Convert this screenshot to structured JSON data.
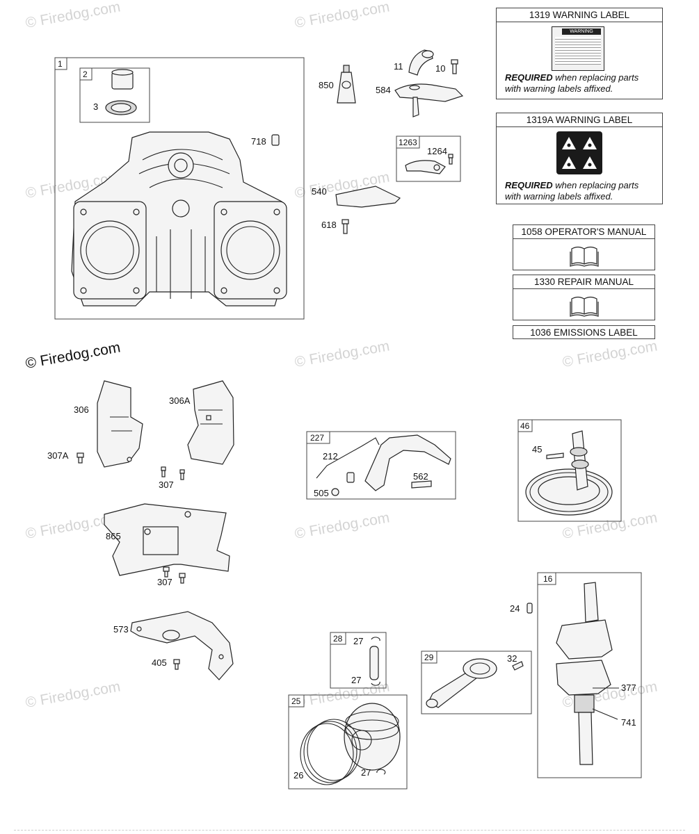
{
  "watermark": "© Firedog.com",
  "cards": {
    "warning_label": {
      "title": "1319 WARNING LABEL",
      "sticker_heading": "WARNING",
      "note_bold": "REQUIRED",
      "note_rest": " when replacing parts",
      "note_line2": "with warning labels affixed."
    },
    "warning_label_a": {
      "title": "1319A WARNING LABEL",
      "note_bold": "REQUIRED",
      "note_rest": " when replacing parts",
      "note_line2": "with warning labels affixed."
    },
    "operators_manual": {
      "title": "1058 OPERATOR'S MANUAL"
    },
    "repair_manual": {
      "title": "1330 REPAIR MANUAL"
    },
    "emissions_label": {
      "title": "1036 EMISSIONS LABEL"
    }
  },
  "group_boxes": {
    "g1": "1",
    "g2": "2",
    "g1263": "1263",
    "g227": "227",
    "g46": "46",
    "g16": "16",
    "g28": "28",
    "g29": "29",
    "g25": "25"
  },
  "part_labels": {
    "p3": "3",
    "p718": "718",
    "p850": "850",
    "p11": "11",
    "p10": "10",
    "p584": "584",
    "p1264": "1264",
    "p540": "540",
    "p618": "618",
    "p306": "306",
    "p306a": "306A",
    "p307a": "307A",
    "p307": "307",
    "p865": "865",
    "p307b": "307",
    "p573": "573",
    "p405": "405",
    "p212": "212",
    "p505": "505",
    "p562": "562",
    "p45": "45",
    "p24": "24",
    "p27a": "27",
    "p27b": "27",
    "p32": "32",
    "p377": "377",
    "p741": "741",
    "p26": "26",
    "p27c": "27"
  },
  "icons": [
    "warning-sticker-icon",
    "pictogram-sticker-icon",
    "book-icon"
  ]
}
